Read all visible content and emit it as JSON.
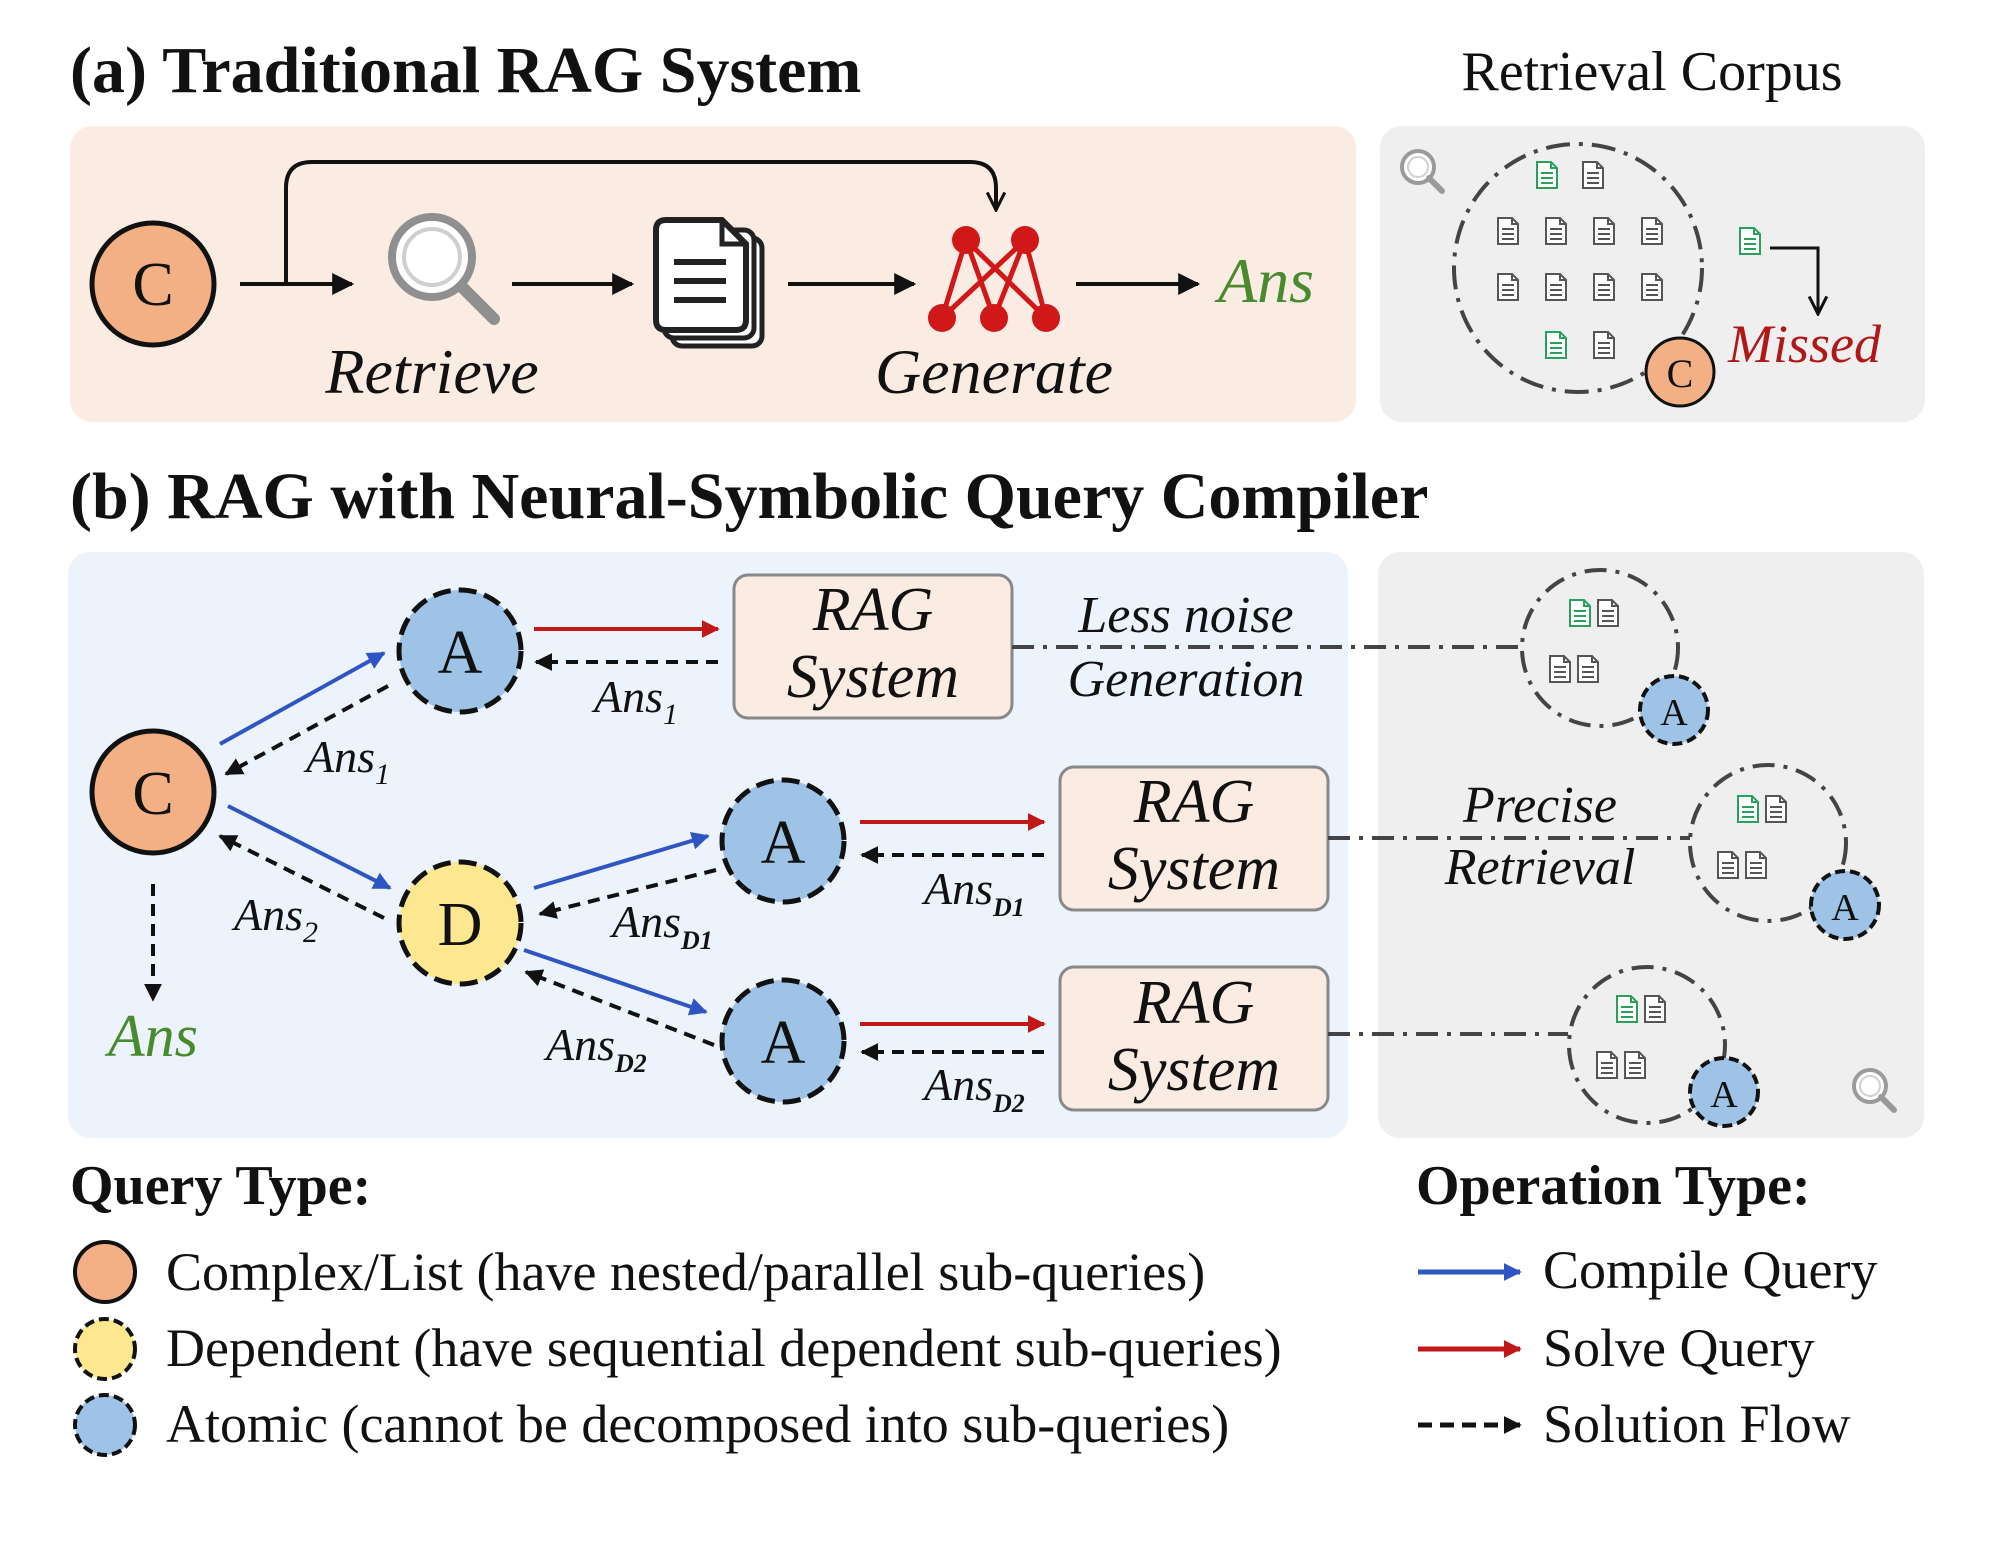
{
  "panel_a": {
    "title": "(a) Traditional RAG System",
    "query_label": "C",
    "retrieve_label": "Retrieve",
    "generate_label": "Generate",
    "answer_label": "Ans"
  },
  "corpus_a": {
    "title": "Retrieval Corpus",
    "query_label": "C",
    "missed_label": "Missed"
  },
  "panel_b": {
    "title": "(b) RAG with Neural-Symbolic Query Compiler",
    "complex_label": "C",
    "dependent_label": "D",
    "atomic_label": "A",
    "final_answer_label": "Ans",
    "ans_base": "Ans",
    "sub_1": "1",
    "sub_2": "2",
    "sub_d1": "D1",
    "sub_d2": "D2",
    "rag_line1": "RAG",
    "rag_line2": "System",
    "less_noise_line1": "Less noise",
    "less_noise_line2": "Generation",
    "precise_line1": "Precise",
    "precise_line2": "Retrieval"
  },
  "legend": {
    "query_type_title": "Query Type:",
    "operation_type_title": "Operation Type:",
    "query_types": [
      "Complex/List (have nested/parallel sub-queries)",
      "Dependent (have sequential dependent sub-queries)",
      "Atomic (cannot be decomposed into sub-queries)"
    ],
    "operations": [
      "Compile Query",
      "Solve Query",
      "Solution Flow"
    ]
  },
  "colors": {
    "complex": "#f3b084",
    "dependent": "#fde78f",
    "atomic": "#9fc3e6",
    "compile": "#2f55c3",
    "solve": "#c21818",
    "ans_green": "#4a8a2e",
    "missed_red": "#b01818",
    "doc_green": "#2aa05a",
    "panel_a_bg": "#fbece3",
    "panel_b_bg": "#edf3fc",
    "corpus_bg": "#efefef",
    "rag_box_bg": "#fbece3",
    "network_red": "#d01818"
  }
}
